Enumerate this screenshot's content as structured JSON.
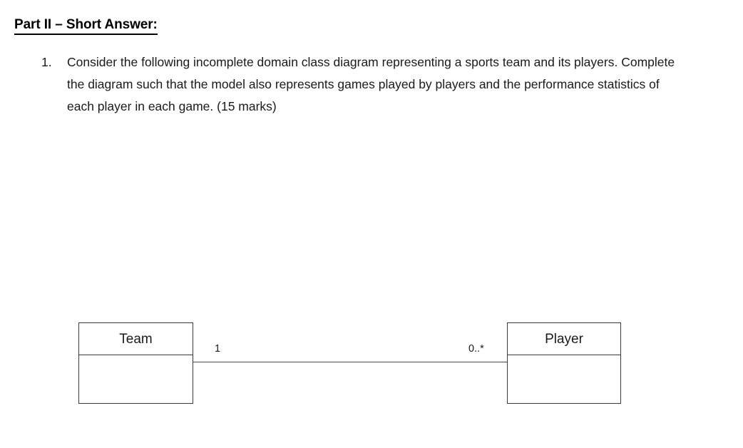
{
  "document": {
    "heading": "Part II – Short Answer:",
    "question": {
      "number": "1.",
      "text": "Consider the following incomplete domain class diagram representing a sports team and its players. Complete the diagram such that the model also represents games played by players and the performance statistics of each player in each game. (15 marks)"
    }
  },
  "diagram": {
    "type": "uml-class-diagram",
    "classes": [
      {
        "name": "Team",
        "attributes": []
      },
      {
        "name": "Player",
        "attributes": []
      }
    ],
    "associations": [
      {
        "source": "Team",
        "target": "Player",
        "source_multiplicity": "1",
        "target_multiplicity": "0..*"
      }
    ]
  },
  "colors": {
    "page_background": "#ffffff",
    "text": "#1a1a1a",
    "heading": "#000000",
    "box_border": "#3a3a3a",
    "association_line": "#4a4a4a"
  }
}
